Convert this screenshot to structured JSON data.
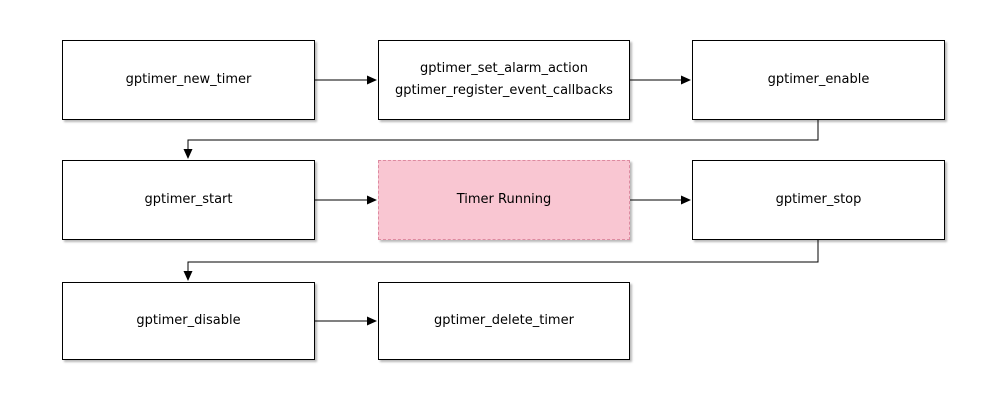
{
  "diagram": {
    "type": "flowchart",
    "boxes": {
      "new_timer": {
        "label": "gptimer_new_timer"
      },
      "set_alarm": {
        "line1": "gptimer_set_alarm_action",
        "line2": "gptimer_register_event_callbacks"
      },
      "enable": {
        "label": "gptimer_enable"
      },
      "start": {
        "label": "gptimer_start"
      },
      "timer_running": {
        "label": "Timer Running"
      },
      "stop": {
        "label": "gptimer_stop"
      },
      "disable": {
        "label": "gptimer_disable"
      },
      "delete_timer": {
        "label": "gptimer_delete_timer"
      }
    },
    "connections": [
      {
        "from": "gptimer_new_timer",
        "to": "gptimer_set_alarm_action / gptimer_register_event_callbacks"
      },
      {
        "from": "gptimer_set_alarm_action / gptimer_register_event_callbacks",
        "to": "gptimer_enable"
      },
      {
        "from": "gptimer_enable",
        "to": "gptimer_start"
      },
      {
        "from": "gptimer_start",
        "to": "Timer Running"
      },
      {
        "from": "Timer Running",
        "to": "gptimer_stop"
      },
      {
        "from": "gptimer_stop",
        "to": "gptimer_disable"
      },
      {
        "from": "gptimer_disable",
        "to": "gptimer_delete_timer"
      }
    ],
    "colors": {
      "box_fill": "#ffffff",
      "box_border": "#000000",
      "highlight_fill": "#f9c6d2",
      "highlight_border": "#dd8aa0",
      "arrow": "#000000",
      "background": "#ffffff"
    }
  }
}
